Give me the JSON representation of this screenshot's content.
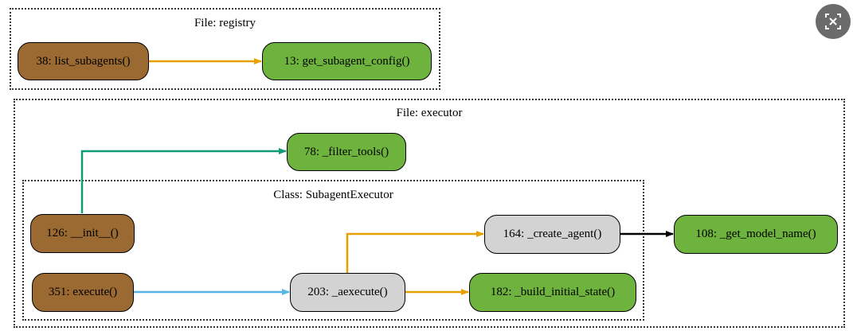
{
  "clusters": {
    "registry": "File: registry",
    "executor": "File: executor",
    "subagent_executor": "Class: SubagentExecutor"
  },
  "nodes": {
    "list_subagents": "38: list_subagents()",
    "get_subagent_config": "13: get_subagent_config()",
    "filter_tools": "78: _filter_tools()",
    "init": "126: __init__()",
    "create_agent": "164: _create_agent()",
    "get_model_name": "108: _get_model_name()",
    "execute": "351: execute()",
    "aexecute": "203: _aexecute()",
    "build_initial_state": "182: _build_initial_state()"
  },
  "colors": {
    "entry_node": "#9b6a32",
    "leaf_node": "#6fb33f",
    "intermediate_node": "#d3d3d3",
    "edge_orange": "#e8a000",
    "edge_teal": "#109a78",
    "edge_blue": "#56b4e9",
    "edge_black": "#000000"
  },
  "edges": [
    {
      "from": "list_subagents",
      "to": "get_subagent_config",
      "color": "edge_orange"
    },
    {
      "from": "init",
      "to": "filter_tools",
      "color": "edge_teal"
    },
    {
      "from": "execute",
      "to": "aexecute",
      "color": "edge_blue"
    },
    {
      "from": "aexecute",
      "to": "create_agent",
      "color": "edge_orange"
    },
    {
      "from": "aexecute",
      "to": "build_initial_state",
      "color": "edge_orange"
    },
    {
      "from": "create_agent",
      "to": "get_model_name",
      "color": "edge_black"
    }
  ],
  "controls": {
    "close_icon": "screenshot-close-icon"
  }
}
